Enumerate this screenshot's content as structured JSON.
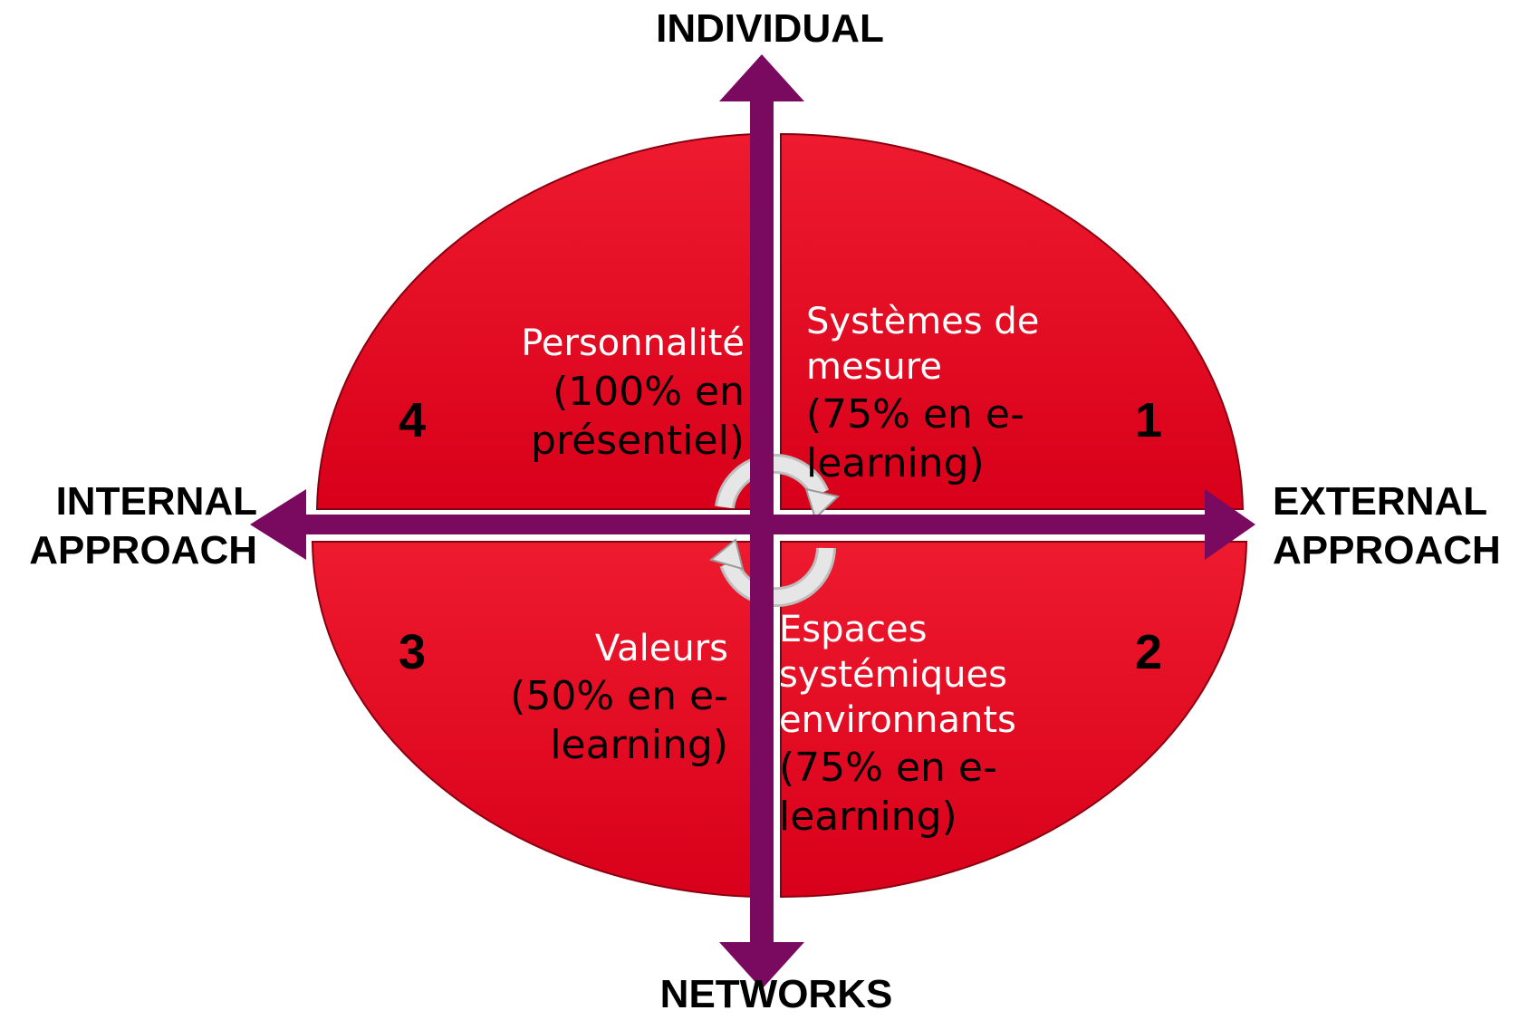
{
  "colors": {
    "quadrant_fill": "#e2001a",
    "quadrant_edge": "#8a0010",
    "axis": "#7a0a60",
    "cycle_arrow": "#d9d9d9"
  },
  "axes": {
    "top": "INDIVIDUAL",
    "bottom": "NETWORKS",
    "left": [
      "INTERNAL",
      "APPROACH"
    ],
    "right": [
      "EXTERNAL",
      "APPROACH"
    ]
  },
  "quadrants": {
    "q1": {
      "number": "1",
      "title_lines": [
        "Systèmes de",
        "mesure"
      ],
      "detail_lines": [
        "(75% en e-",
        "learning)"
      ]
    },
    "q2": {
      "number": "2",
      "title_lines": [
        "Espaces",
        "systémiques",
        "environnants"
      ],
      "detail_lines": [
        "(75% en e-",
        "learning)"
      ]
    },
    "q3": {
      "number": "3",
      "title_lines": [
        "Valeurs"
      ],
      "detail_lines": [
        "(50% en e-",
        "learning)"
      ]
    },
    "q4": {
      "number": "4",
      "title_lines": [
        "Personnalité"
      ],
      "detail_lines": [
        "(100% en",
        "présentiel)"
      ]
    }
  },
  "icons": [
    "cycle-arrows-icon"
  ]
}
